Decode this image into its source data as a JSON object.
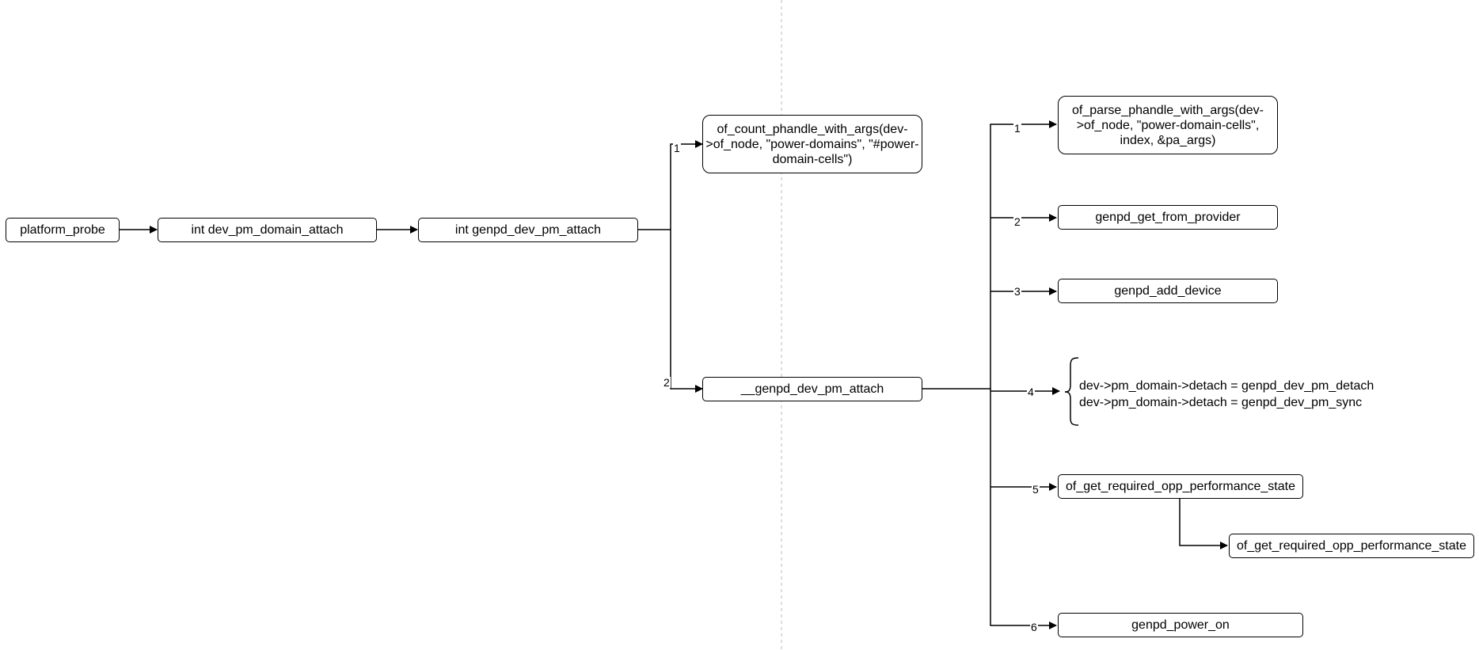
{
  "nodes": {
    "platform_probe": "platform_probe",
    "dev_pm_domain_attach": "int dev_pm_domain_attach",
    "genpd_dev_pm_attach": "int genpd_dev_pm_attach",
    "of_count_phandle": "of_count_phandle_with_args(dev->of_node, \"power-domains\", \"#power-domain-cells\")",
    "genpd_dev_pm_attach_inner": "__genpd_dev_pm_attach",
    "of_parse_phandle": "of_parse_phandle_with_args(dev->of_node, \"power-domain-cells\", index, &pa_args)",
    "genpd_get_from_provider": "genpd_get_from_provider",
    "genpd_add_device": "genpd_add_device",
    "of_get_required_opp_1": "of_get_required_opp_performance_state",
    "of_get_required_opp_2": "of_get_required_opp_performance_state",
    "genpd_power_on": "genpd_power_on"
  },
  "notes": {
    "detach": "dev->pm_domain->detach = genpd_dev_pm_detach",
    "sync": "dev->pm_domain->detach = genpd_dev_pm_sync"
  },
  "edge_labels": {
    "a1": "1",
    "a2": "2",
    "b1": "1",
    "b2": "2",
    "b3": "3",
    "b4": "4",
    "b5": "5",
    "b6": "6"
  }
}
